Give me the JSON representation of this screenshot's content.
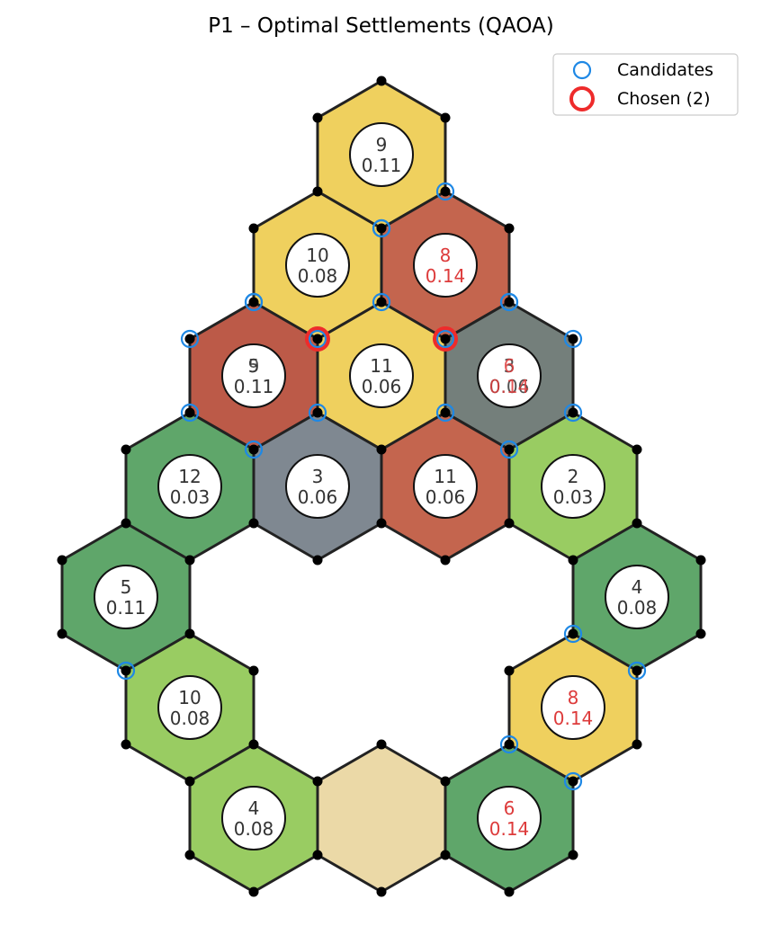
{
  "title": "P1 – Optimal Settlements (QAOA)",
  "legend": {
    "candidates_label": "Candidates",
    "chosen_label": "Chosen (2)"
  },
  "colors": {
    "wheat": "#EFD05E",
    "brick": "#C4654E",
    "ore": "#7F8891",
    "sheep": "#99CC62",
    "wood": "#5FA66A",
    "desert": "#EBD9A7",
    "overlap_brick": "#BC5A48",
    "overlap_gray": "#747F7B",
    "edge": "#222222",
    "token_text": "#333333",
    "hot_text": "#DD3B3B",
    "candidate": "#1E88E5",
    "chosen": "#EE2B2B"
  },
  "hexes": [
    {
      "id": "h01",
      "fill": "wheat",
      "number": "9",
      "prob": "0.11"
    },
    {
      "id": "h02",
      "fill": "wheat",
      "number": "10",
      "prob": "0.08"
    },
    {
      "id": "h03",
      "fill": "brick",
      "number": "8",
      "prob": "0.14",
      "hot": true
    },
    {
      "id": "h04",
      "fill": "overlap_brick",
      "number": "9/5",
      "prob": "0.11"
    },
    {
      "id": "h05",
      "fill": "wheat",
      "number": "11",
      "prob": "0.06"
    },
    {
      "id": "h06",
      "fill": "overlap_gray",
      "number": "3/6",
      "prob": "0.06/0.14"
    },
    {
      "id": "h07",
      "fill": "wood",
      "number": "12",
      "prob": "0.03"
    },
    {
      "id": "h08",
      "fill": "ore",
      "number": "3",
      "prob": "0.06"
    },
    {
      "id": "h09",
      "fill": "brick",
      "number": "11",
      "prob": "0.06"
    },
    {
      "id": "h10",
      "fill": "sheep",
      "number": "2",
      "prob": "0.03"
    },
    {
      "id": "h11",
      "fill": "wood",
      "number": "5",
      "prob": "0.11"
    },
    {
      "id": "h12",
      "fill": "wood",
      "number": "4",
      "prob": "0.08"
    },
    {
      "id": "h13",
      "fill": "sheep",
      "number": "10",
      "prob": "0.08"
    },
    {
      "id": "h14",
      "fill": "wheat",
      "number": "8",
      "prob": "0.14",
      "hot": true
    },
    {
      "id": "h15",
      "fill": "sheep",
      "number": "4",
      "prob": "0.08"
    },
    {
      "id": "h16",
      "fill": "desert"
    },
    {
      "id": "h17",
      "fill": "wood",
      "number": "6",
      "prob": "0.14",
      "hot": true
    }
  ],
  "candidate_count": 23,
  "chosen_count": 2
}
